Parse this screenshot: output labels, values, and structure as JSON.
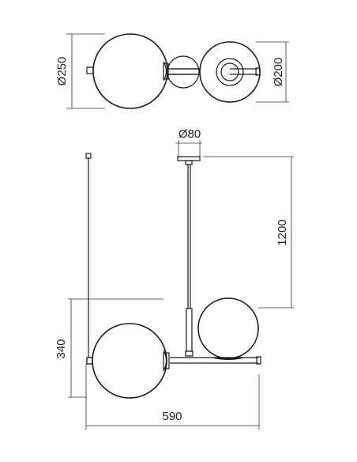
{
  "drawing": {
    "top_view": {
      "large_globe_diameter": "Ø250",
      "small_globe_diameter": "Ø200"
    },
    "front_view": {
      "canopy_diameter": "Ø80",
      "suspension_height": "1200",
      "large_globe_height": "340",
      "total_width": "590"
    }
  }
}
